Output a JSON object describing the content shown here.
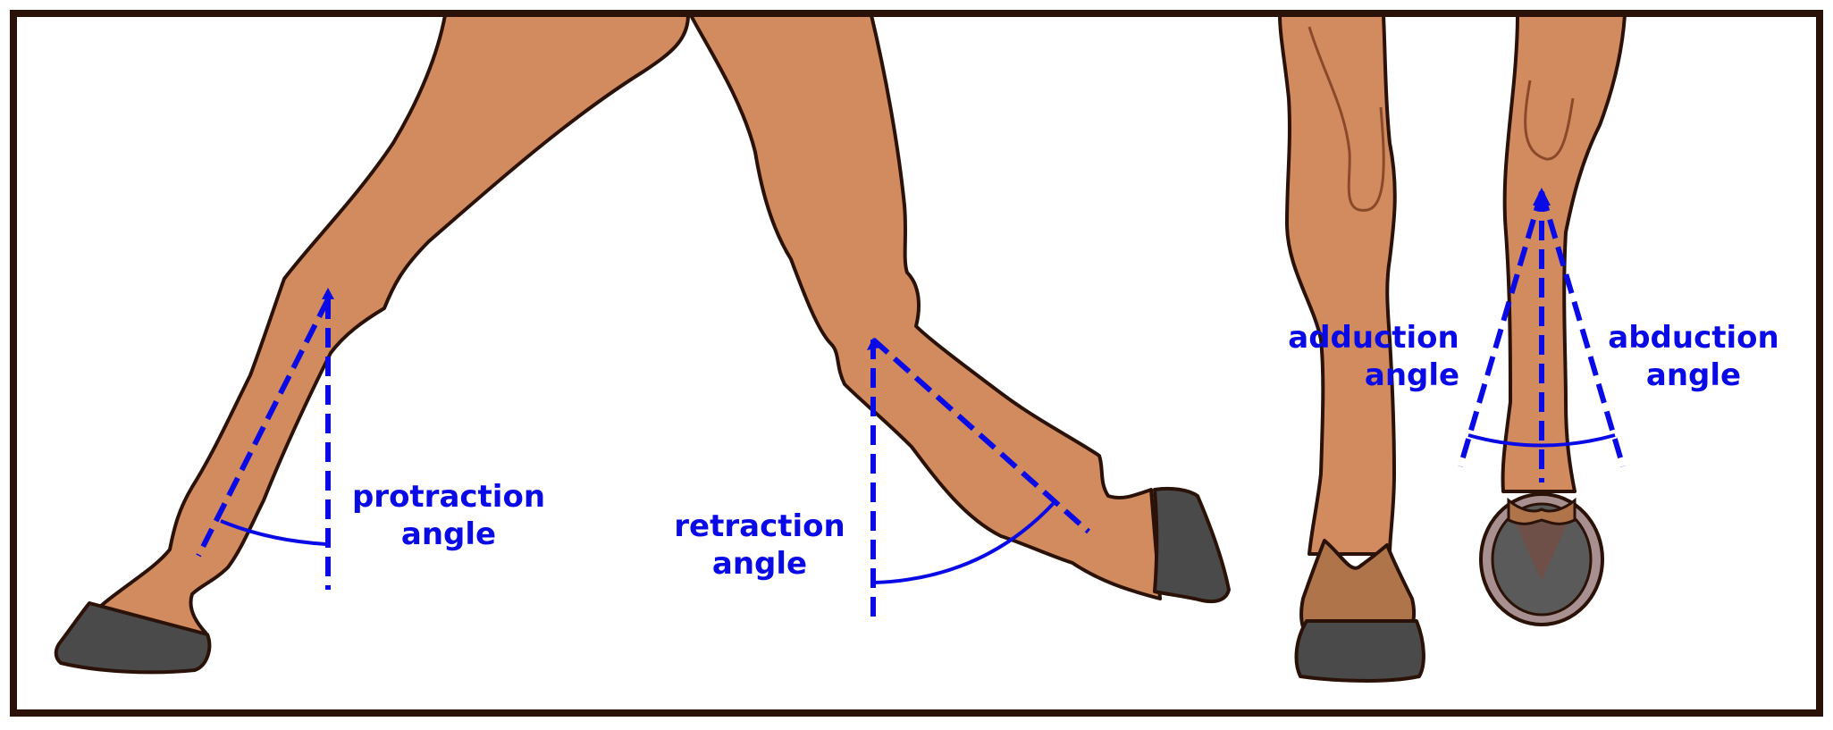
{
  "labels": {
    "protraction_line1": "protraction",
    "protraction_line2": "angle",
    "retraction_line1": "retraction",
    "retraction_line2": "angle",
    "adduction_line1": "adduction",
    "adduction_line2": "angle",
    "abduction_line1": "abduction",
    "abduction_line2": "angle"
  },
  "colors": {
    "frame": "#2a1208",
    "leg_fill": "#d28b5f",
    "leg_outline": "#2a1208",
    "hoof": "#4a4a4a",
    "pastern_dark": "#b0744a",
    "shoe": "#a89090",
    "angle_lines": "#0a0ae6"
  },
  "icons": {
    "panel_1": "horse-foreleg-protraction-illustration",
    "panel_2": "horse-hindleg-retraction-illustration",
    "panel_3": "horse-front-view-adduction-abduction-illustration"
  }
}
